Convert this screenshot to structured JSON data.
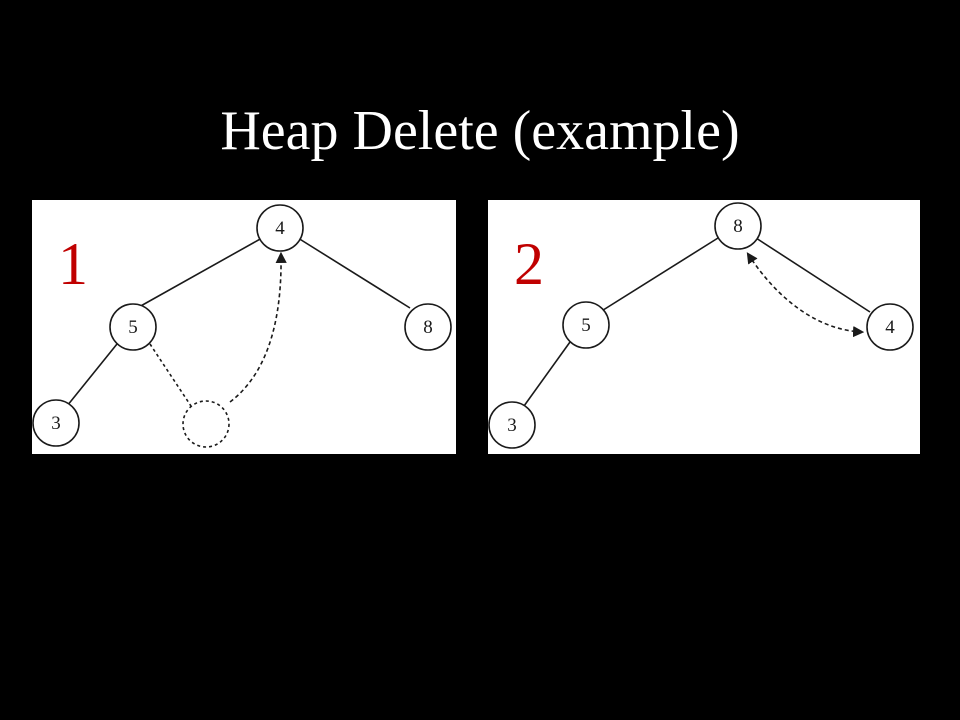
{
  "slide": {
    "title": "Heap Delete (example)"
  },
  "colors": {
    "background": "#000000",
    "title_text": "#ffffff",
    "panel_background": "#ffffff",
    "step_label": "#c00000",
    "ink": "#1a1a1a"
  },
  "panels": [
    {
      "step_label": "1",
      "nodes": [
        {
          "label": "4"
        },
        {
          "label": "5"
        },
        {
          "label": "8"
        },
        {
          "label": "3"
        },
        {
          "label": ""
        }
      ]
    },
    {
      "step_label": "2",
      "nodes": [
        {
          "label": "8"
        },
        {
          "label": "5"
        },
        {
          "label": "4"
        },
        {
          "label": "3"
        }
      ]
    }
  ]
}
